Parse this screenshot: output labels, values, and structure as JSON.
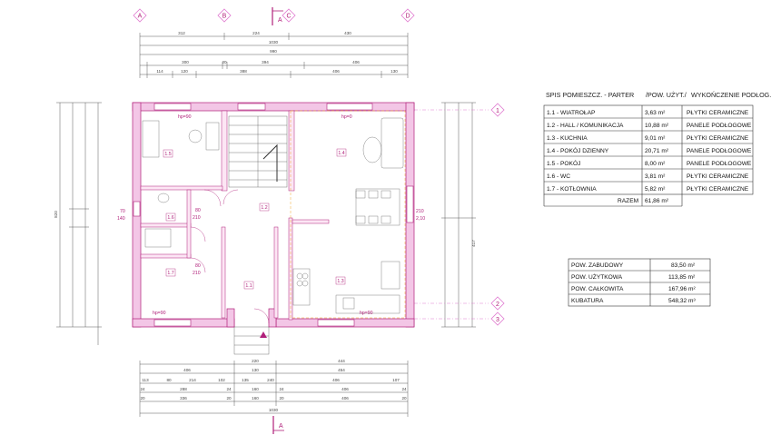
{
  "axes": {
    "top": [
      "A",
      "B",
      "C",
      "D"
    ],
    "right": [
      "1",
      "2",
      "3"
    ],
    "section_marks": [
      "A",
      "A"
    ]
  },
  "dimensions": {
    "top_row1": [
      "312",
      "224",
      "430"
    ],
    "top_total": "1030",
    "top_row2": "990",
    "top_row3": [
      "300",
      "20",
      "394",
      "406"
    ],
    "top_row4": [
      "114",
      "120",
      "388",
      "406",
      "130"
    ],
    "bottom_row1": [
      "220",
      "444"
    ],
    "bottom_row2": [
      "406",
      "130",
      "454"
    ],
    "bottom_row3": [
      "113",
      "80",
      "214",
      "102",
      "135",
      "240",
      "406",
      "107"
    ],
    "bottom_row4": [
      "24",
      "288",
      "24",
      "160",
      "24",
      "406",
      "24"
    ],
    "bottom_row5": [
      "20",
      "336",
      "20",
      "160",
      "20",
      "406",
      "20"
    ],
    "bottom_total": "1030",
    "left_total": "820",
    "right_total": "417"
  },
  "rooms": [
    {
      "id": "1.1",
      "label": "1.1"
    },
    {
      "id": "1.2",
      "label": "1.2"
    },
    {
      "id": "1.3",
      "label": "1.3"
    },
    {
      "id": "1.4",
      "label": "1.4"
    },
    {
      "id": "1.5",
      "label": "1.5"
    },
    {
      "id": "1.6",
      "label": "1.6"
    },
    {
      "id": "1.7",
      "label": "1.7"
    }
  ],
  "room_table": {
    "title": "SPIS POMIESZCZ. - PARTER",
    "col_area": "/POW. UŻYT./",
    "col_finish": "WYKOŃCZENIE PODŁOG.",
    "rows": [
      {
        "name": "1.1 - WIATROŁAP",
        "area": "3,63 m²",
        "finish": "PŁYTKI CERAMICZNE"
      },
      {
        "name": "1.2 - HALL / KOMUNIKACJA",
        "area": "10,88 m²",
        "finish": "PANELE PODŁOGOWE"
      },
      {
        "name": "1.3 - KUCHNIA",
        "area": "9,01 m²",
        "finish": "PŁYTKI CERAMICZNE"
      },
      {
        "name": "1.4 - POKÓJ DZIENNY",
        "area": "20,71 m²",
        "finish": "PANELE PODŁOGOWE"
      },
      {
        "name": "1.5 - POKÓJ",
        "area": "8,00 m²",
        "finish": "PANELE PODŁOGOWE"
      },
      {
        "name": "1.6 - WC",
        "area": "3,81 m²",
        "finish": "PŁYTKI CERAMICZNE"
      },
      {
        "name": "1.7 - KOTŁOWNIA",
        "area": "5,82 m²",
        "finish": "PŁYTKI CERAMICZNE"
      }
    ],
    "total_label": "RAZEM",
    "total_value": "61,86 m²"
  },
  "summary_table": {
    "rows": [
      {
        "label": "POW. ZABUDOWY",
        "value": "83,50 m²"
      },
      {
        "label": "POW. UŻYTKOWA",
        "value": "113,85 m²"
      },
      {
        "label": "POW. CAŁKOWITA",
        "value": "167,96 m²"
      },
      {
        "label": "KUBATURA",
        "value": "548,32 m³"
      }
    ]
  },
  "annotations": {
    "hp90_a": "hp=90",
    "hp0": "hp=0",
    "hp90_b": "hp=90",
    "hp90_c": "hp=90",
    "door_a": "80",
    "door_a2": "210",
    "door_b": "80",
    "door_b2": "210",
    "win_a": "70",
    "win_a2": "140",
    "win_b": "210",
    "win_b2": "2,10"
  },
  "colors": {
    "wall_fill": "#f3c6e6",
    "wall_stroke": "#b0207a",
    "axis_marker": "#e07ad0",
    "dim_line": "#333333",
    "table_border": "#333333"
  }
}
